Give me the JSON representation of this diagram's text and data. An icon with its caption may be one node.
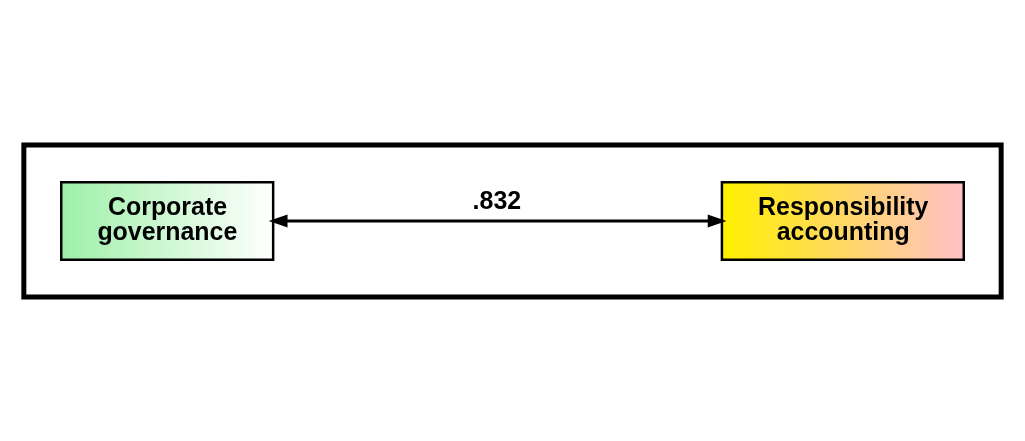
{
  "diagram": {
    "nodes": [
      {
        "text": [],
        "shape": "box"
      },
      {
        "text": [
          "Corporate governance"
        ],
        "in": 0
      },
      {
        "text": [
          "Responsibility accounting"
        ],
        "in": 0
      }
    ],
    "edges": [
      {
        "from": 1,
        "to": 2,
        "arrow": "both",
        "label": ".832"
      }
    ]
  }
}
